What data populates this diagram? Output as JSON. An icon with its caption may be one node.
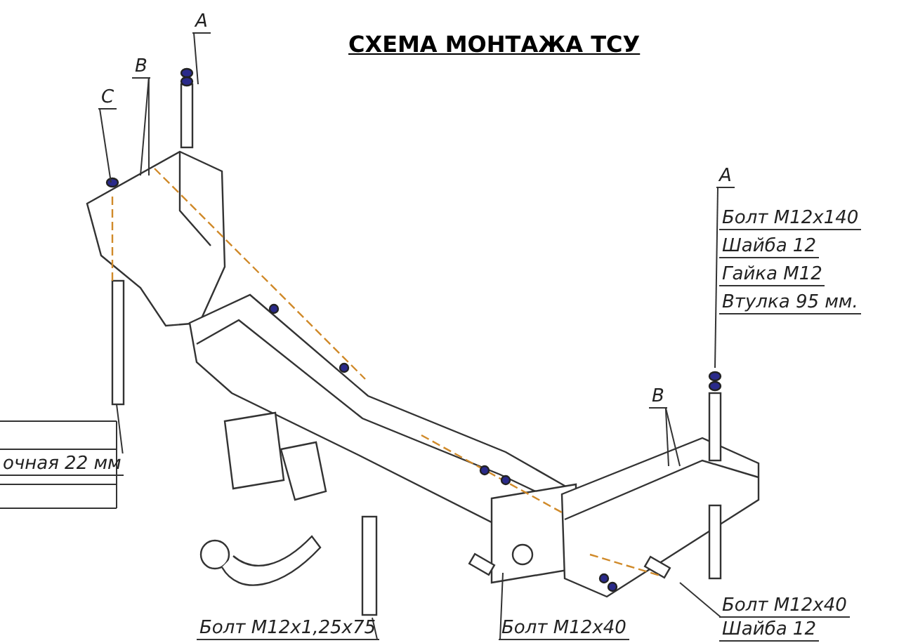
{
  "diagram": {
    "title": "СХЕМА МОНТАЖА ТСУ",
    "nodes": [
      {
        "text": [
          "A"
        ]
      },
      {
        "text": [
          "B"
        ]
      },
      {
        "text": [
          "C"
        ]
      },
      {
        "text": [
          "A"
        ]
      },
      {
        "text": [
          "B"
        ]
      },
      {
        "text": [
          "Болт М12х40"
        ]
      },
      {
        "text": [
          "Болт М12х1,25х75"
        ]
      },
      {
        "text": [
          "Болт М12х40"
        ]
      },
      {
        "text": [
          "очная 22 мм"
        ]
      }
    ],
    "edges": [
      {
        "from": 0,
        "to": null,
        "arrow": "none"
      },
      {
        "from": 1,
        "to": null,
        "arrow": "none"
      },
      {
        "from": 1,
        "to": null,
        "arrow": "none"
      },
      {
        "from": 2,
        "to": null,
        "arrow": "none"
      },
      {
        "from": 3,
        "to": null,
        "arrow": "none"
      },
      {
        "from": 4,
        "to": null,
        "arrow": "none"
      },
      {
        "from": 4,
        "to": null,
        "arrow": "none"
      },
      {
        "from": 5,
        "to": null,
        "arrow": "none"
      },
      {
        "from": 6,
        "to": null,
        "arrow": "none"
      },
      {
        "from": 7,
        "to": null,
        "arrow": "none"
      },
      {
        "from": 8,
        "to": null,
        "arrow": "none"
      }
    ],
    "labels": [
      "Болт М12х140",
      "Шайба 12",
      "Гайка М12",
      "Втулка 95 мм.",
      "Шайба 12"
    ]
  }
}
